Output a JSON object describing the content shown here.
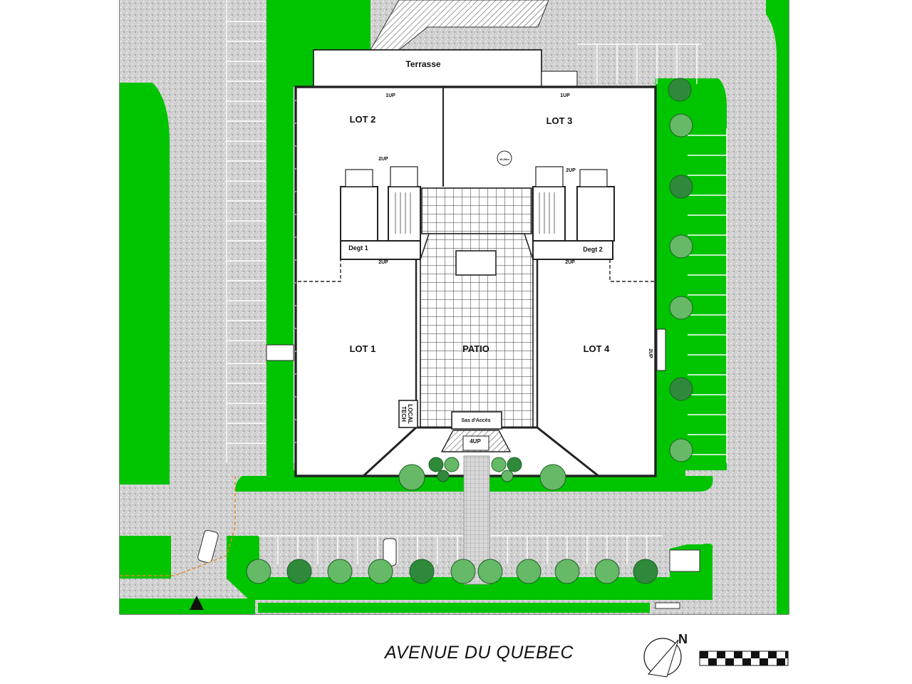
{
  "plan": {
    "terrace": "Terrasse",
    "lots": [
      "LOT 1",
      "LOT 2",
      "LOT 3",
      "LOT 4"
    ],
    "patio": "PATIO",
    "corridors": [
      "Degt 1",
      "Degt 2"
    ],
    "local_tech": [
      "LOCAL",
      "TECH"
    ],
    "access": "Sas d'Accès",
    "level_marks": {
      "top_left": "1UP",
      "top_right": "1UP",
      "west_core_top": "2UP",
      "west_core_bottom": "2UP",
      "east_core_top": "2UP",
      "east_core_bottom": "2UP",
      "east_side": "2UP",
      "entrance": "4UP"
    },
    "elevation": "±0,00m"
  },
  "street_name": "AVENUE DU QUEBEC",
  "north_label": "N",
  "colors": {
    "lawn": "#00c400",
    "paving": "#c8c8c8",
    "building_wall": "#222222",
    "tree_light": "#66b966",
    "tree_dark": "#2e8a3a"
  }
}
